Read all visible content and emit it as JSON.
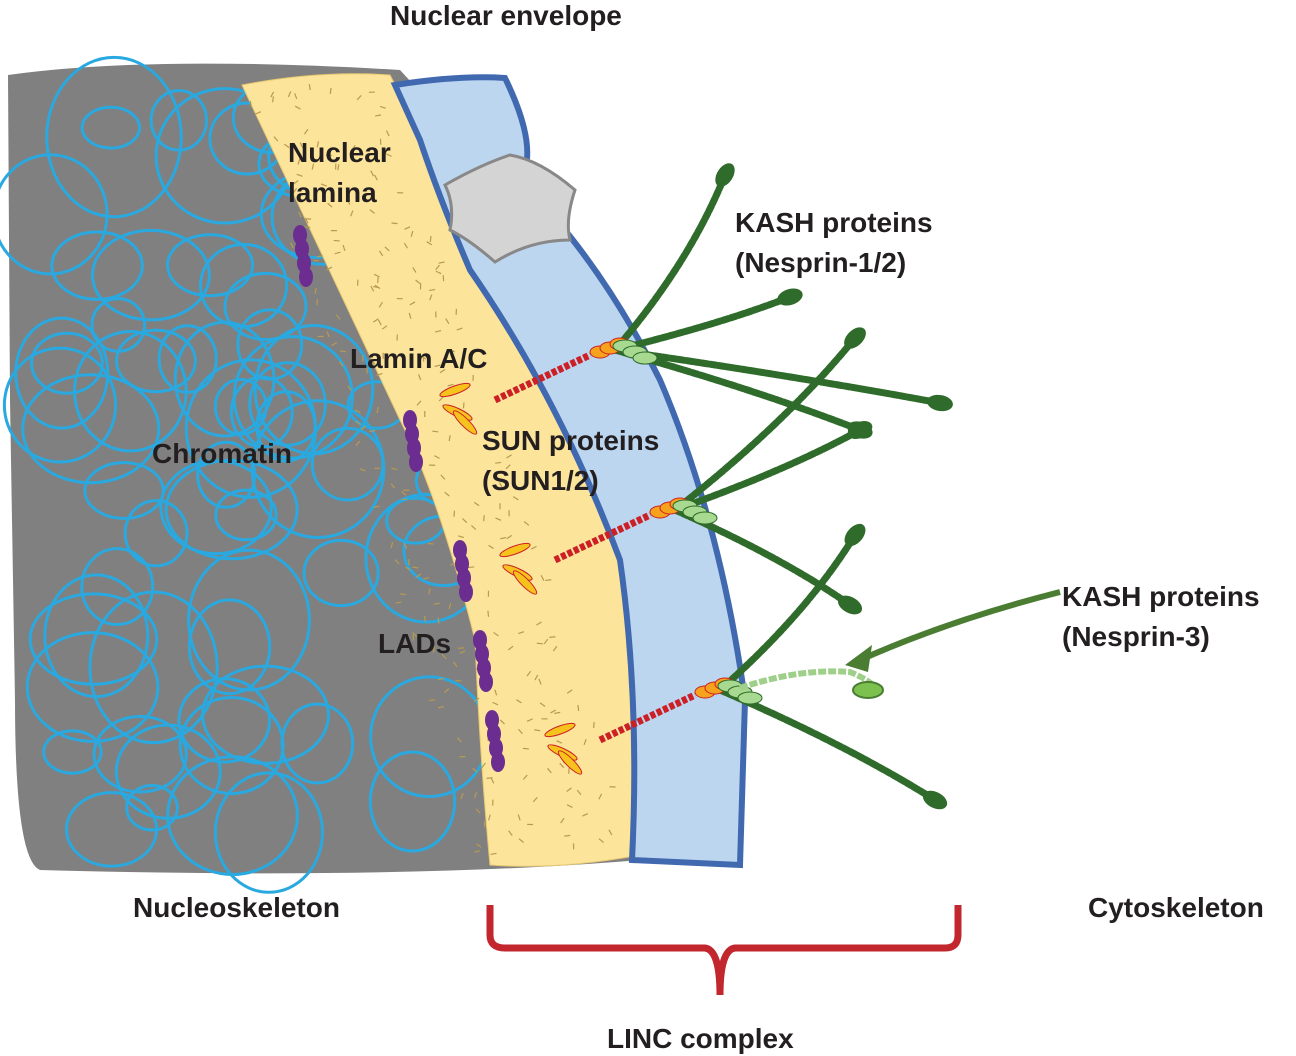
{
  "title": "Nuclear envelope",
  "labels": {
    "nuclear_lamina_1": "Nuclear",
    "nuclear_lamina_2": "lamina",
    "kash12_1": "KASH proteins",
    "kash12_2": "(Nesprin-1/2)",
    "lamin": "Lamin A/C",
    "chromatin": "Chromatin",
    "sun_1": "SUN proteins",
    "sun_2": "(SUN1/2)",
    "kash3_1": "KASH proteins",
    "kash3_2": "(Nesprin-3)",
    "lads": "LADs",
    "nucleoskeleton": "Nucleoskeleton",
    "cytoskeleton": "Cytoskeleton",
    "linc": "LINC complex"
  },
  "colors": {
    "nucleoskeleton": "#808080",
    "chromatin": "#29a9e0",
    "lamina": "#fce49b",
    "envelope_fill": "#bcd6ef",
    "envelope_edge": "#4169b0",
    "kash": "#2f6b2a",
    "lamin": "#cc1f26",
    "lads": "#6b2d8f",
    "bracket": "#c1272d"
  }
}
